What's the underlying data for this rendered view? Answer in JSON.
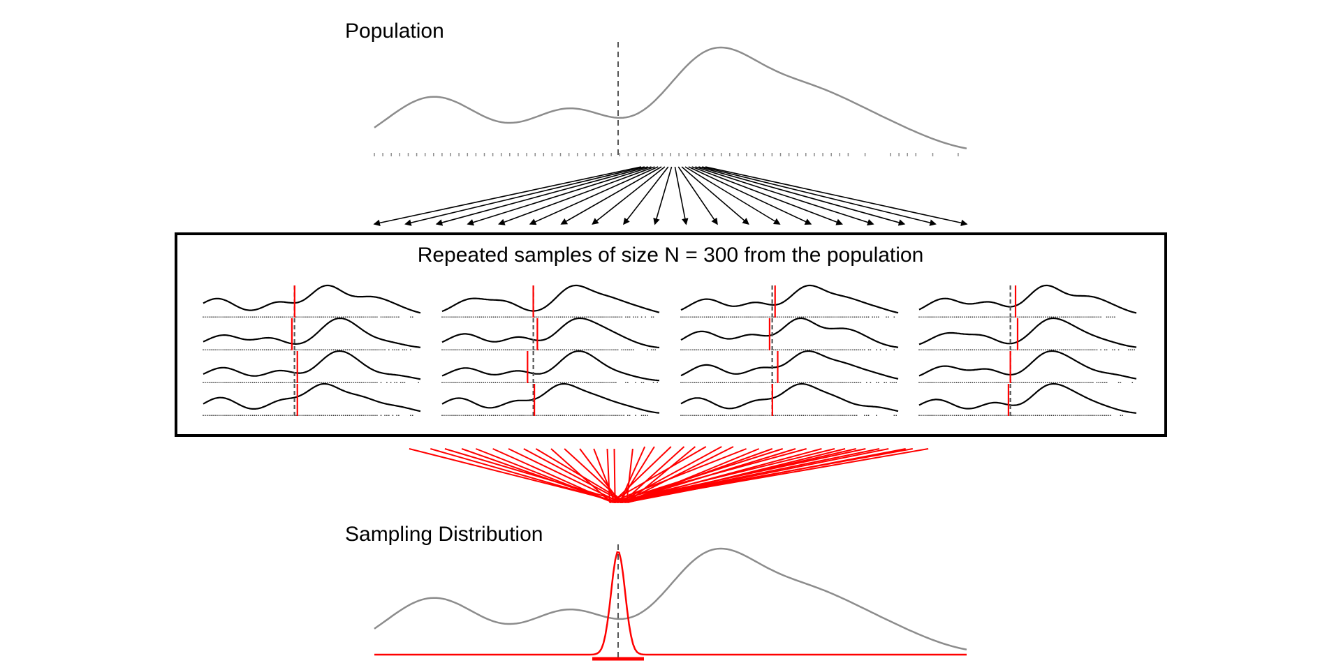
{
  "population": {
    "title": "Population"
  },
  "samples": {
    "title": "Repeated samples of size N = 300 from the population",
    "grid_rows": 4,
    "grid_cols": 4
  },
  "sampling": {
    "title": "Sampling Distribution"
  },
  "colors": {
    "population": "#8c8c8c",
    "sample": "#000000",
    "sample_mean": "#ff0000",
    "true_mean": "#555555"
  }
}
